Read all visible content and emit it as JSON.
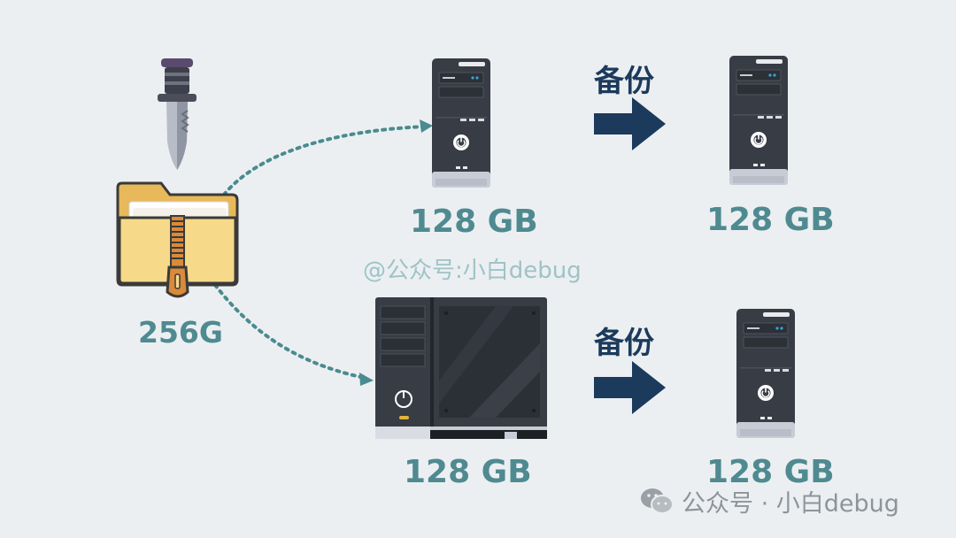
{
  "source_item": {
    "label": "256G",
    "icon": "zip-folder-icon",
    "tool_icon": "knife-icon"
  },
  "parts": [
    {
      "label": "128 GB",
      "icon": "tower-server-icon"
    },
    {
      "label": "128 GB",
      "icon": "nas-server-icon"
    }
  ],
  "backups": [
    {
      "action": "备份",
      "label": "128 GB",
      "icon": "tower-server-icon"
    },
    {
      "action": "备份",
      "label": "128 GB",
      "icon": "tower-server-icon"
    }
  ],
  "watermarks": {
    "middle": "@公众号:小白debug",
    "bottom": "公众号 · 小白debug",
    "bottom_icon": "wechat-icon"
  },
  "colors": {
    "background": "#eceff1",
    "label_teal": "#4f8a91",
    "arrow_navy": "#1b3a5c",
    "dotted_teal": "#4a8b8f",
    "folder_yellow": "#f7d98a",
    "zipper_orange": "#d98a3a",
    "server_dark": "#373c45"
  }
}
